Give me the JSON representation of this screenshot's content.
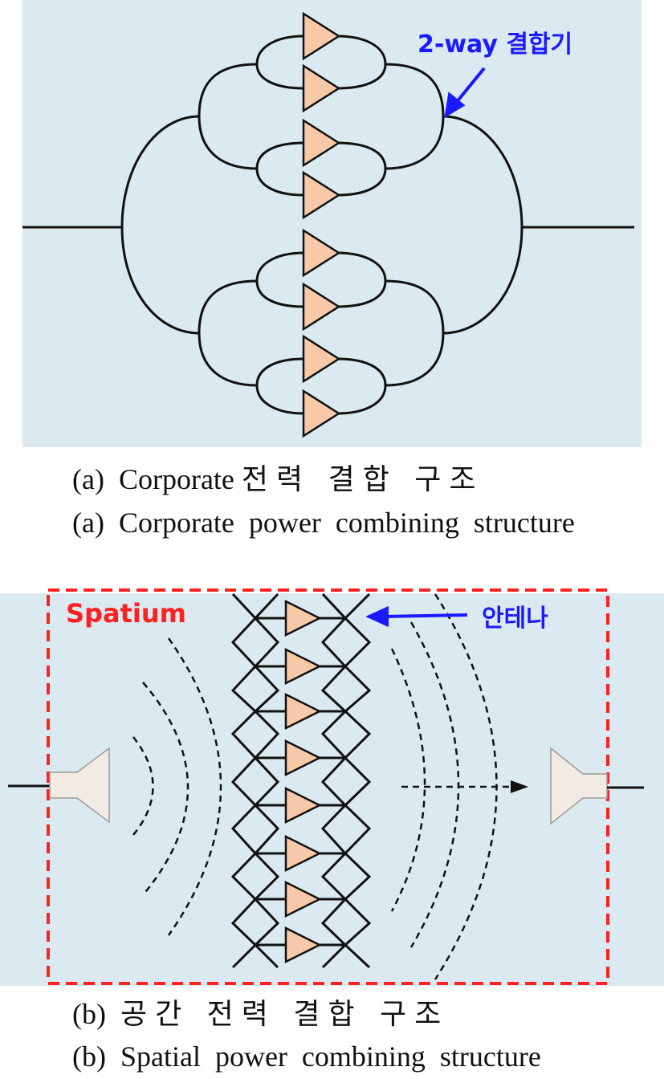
{
  "figure_a": {
    "annotation": "2-way 결합기",
    "caption_kor_prefix": "(a)  Corporate ",
    "caption_kor_text": "전력 결합 구조",
    "caption_eng": "(a)  Corporate  power  combining  structure",
    "colors": {
      "background": "#daeaf0",
      "amplifier": "#f7c9a8",
      "annotation": "#1a1aff"
    }
  },
  "figure_b": {
    "spatium_label": "Spatium",
    "antenna_label": "안테나",
    "caption_kor_prefix": "(b)  ",
    "caption_kor_text": "공간 전력 결합 구조",
    "caption_eng": "(b)  Spatial  power  combining  structure",
    "colors": {
      "background": "#daeaf0",
      "boundary": "#ff2020",
      "antenna_label": "#1a1aff",
      "horn": "#f2ebe4"
    }
  }
}
